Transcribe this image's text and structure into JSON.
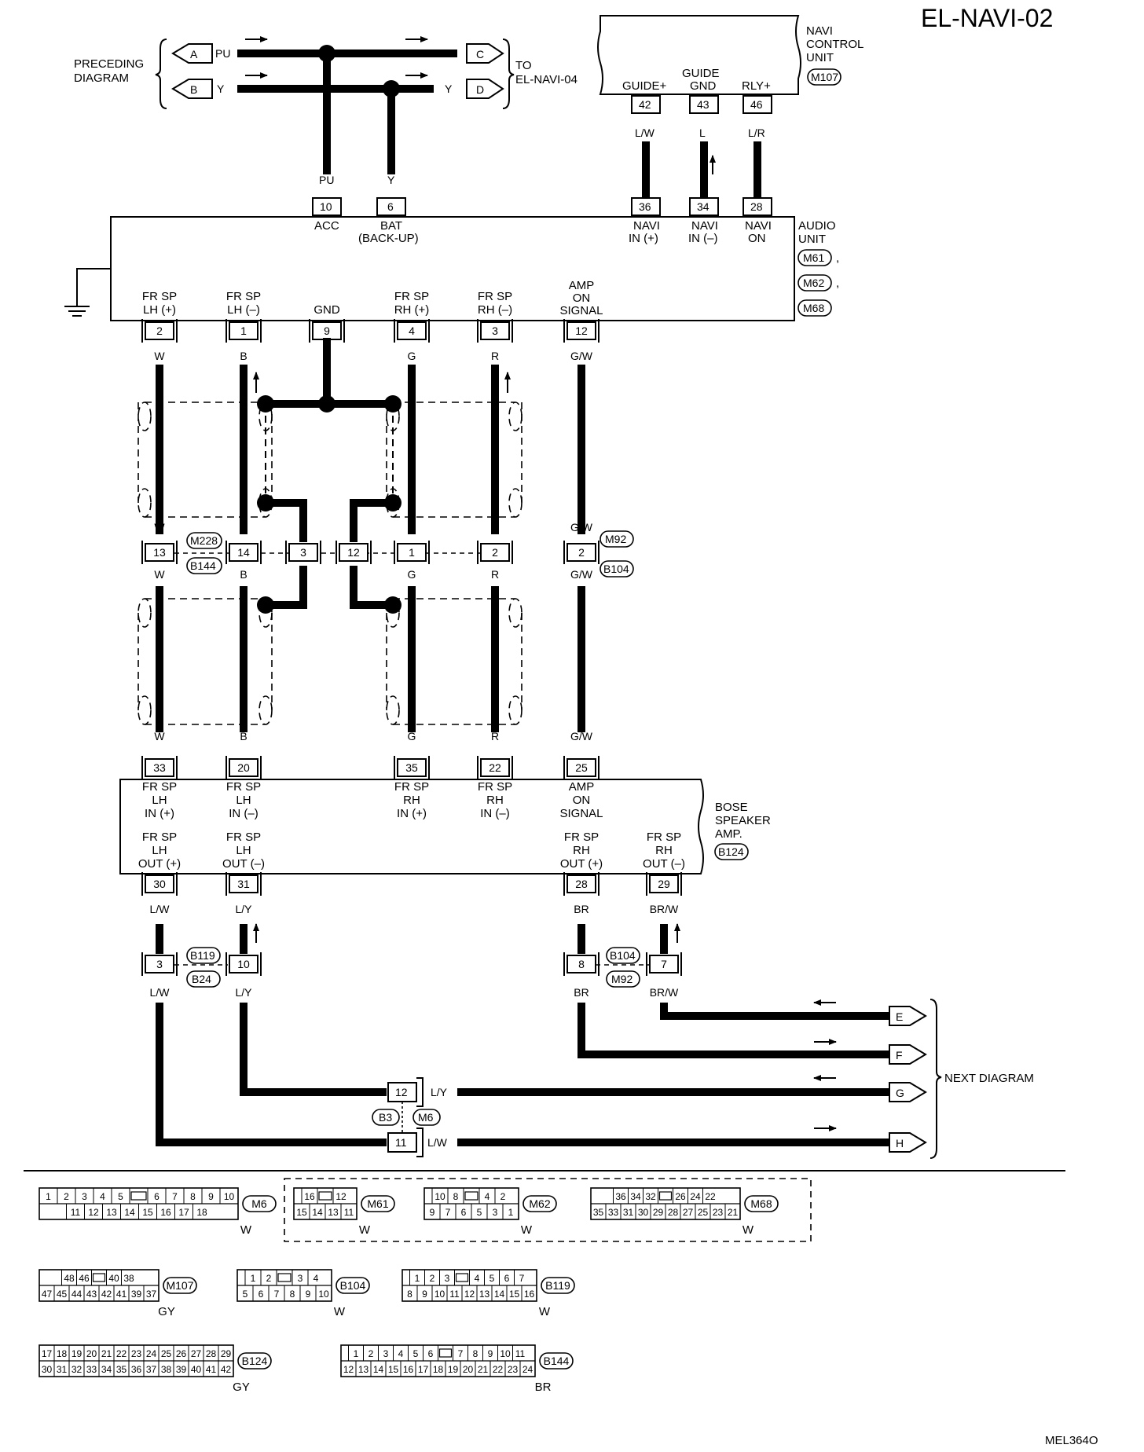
{
  "page_id": "EL-NAVI-02",
  "figure_code": "MEL364O",
  "preceding": {
    "label_1": "PRECEDING",
    "label_2": "DIAGRAM"
  },
  "to_target": {
    "label_1": "TO",
    "label_2": "EL-NAVI-04"
  },
  "next_diagram": "NEXT DIAGRAM",
  "connectors_ref": {
    "A": "A",
    "B": "B",
    "C": "C",
    "D": "D",
    "E": "E",
    "F": "F",
    "G": "G",
    "H": "H"
  },
  "top_wires": {
    "pu": "PU",
    "y": "Y"
  },
  "navi_control_unit": {
    "name_1": "NAVI",
    "name_2": "CONTROL",
    "name_3": "UNIT",
    "connector": "M107",
    "pins": [
      {
        "no": "42",
        "label_1": "GUIDE+",
        "label_2": "",
        "wire": "L/W"
      },
      {
        "no": "43",
        "label_1": "GUIDE",
        "label_2": "GND",
        "wire": "L"
      },
      {
        "no": "46",
        "label_1": "RLY+",
        "label_2": "",
        "wire": "L/R"
      }
    ]
  },
  "audio_unit": {
    "name_1": "AUDIO",
    "name_2": "UNIT",
    "connectors": [
      "M61",
      "M62",
      "M68"
    ],
    "top_pins": [
      {
        "no": "10",
        "label_1": "ACC",
        "label_2": "",
        "wire": "PU"
      },
      {
        "no": "6",
        "label_1": "BAT",
        "label_2": "(BACK-UP)",
        "wire": "Y"
      },
      {
        "no": "36",
        "label_1": "NAVI",
        "label_2": "IN (+)"
      },
      {
        "no": "34",
        "label_1": "NAVI",
        "label_2": "IN (–)"
      },
      {
        "no": "28",
        "label_1": "NAVI",
        "label_2": "ON"
      }
    ],
    "bottom_pins": [
      {
        "no": "2",
        "l1": "FR SP",
        "l2": "LH (+)",
        "l3": "",
        "wire": "W"
      },
      {
        "no": "1",
        "l1": "FR SP",
        "l2": "LH (–)",
        "l3": "",
        "wire": "B"
      },
      {
        "no": "9",
        "l1": "",
        "l2": "GND",
        "l3": "",
        "wire": ""
      },
      {
        "no": "4",
        "l1": "FR SP",
        "l2": "RH (+)",
        "l3": "",
        "wire": "G"
      },
      {
        "no": "3",
        "l1": "FR SP",
        "l2": "RH (–)",
        "l3": "",
        "wire": "R"
      },
      {
        "no": "12",
        "l1": "AMP",
        "l2": "ON",
        "l3": "SIGNAL",
        "wire": "G/W"
      }
    ]
  },
  "mid_joint": {
    "pins": [
      "13",
      "14",
      "3",
      "12",
      "1",
      "2",
      "2"
    ],
    "conn_left": [
      "M228",
      "B144"
    ],
    "conn_right": [
      "M92",
      "B104"
    ],
    "wires_below": [
      "W",
      "B",
      "G",
      "R",
      "G/W"
    ]
  },
  "bose_amp": {
    "name_1": "BOSE",
    "name_2": "SPEAKER",
    "name_3": "AMP.",
    "connector": "B124",
    "in_pins": [
      {
        "no": "33",
        "l1": "FR SP",
        "l2": "LH",
        "l3": "IN (+)",
        "wire": "W"
      },
      {
        "no": "20",
        "l1": "FR SP",
        "l2": "LH",
        "l3": "IN (–)",
        "wire": "B"
      },
      {
        "no": "35",
        "l1": "FR SP",
        "l2": "RH",
        "l3": "IN (+)",
        "wire": "G"
      },
      {
        "no": "22",
        "l1": "FR SP",
        "l2": "RH",
        "l3": "IN (–)",
        "wire": "R"
      },
      {
        "no": "25",
        "l1": "AMP",
        "l2": "ON",
        "l3": "SIGNAL",
        "wire": "G/W"
      }
    ],
    "out_pins": [
      {
        "no": "30",
        "l1": "FR SP",
        "l2": "LH",
        "l3": "OUT (+)",
        "wire": "L/W"
      },
      {
        "no": "31",
        "l1": "FR SP",
        "l2": "LH",
        "l3": "OUT (–)",
        "wire": "L/Y"
      },
      {
        "no": "28",
        "l1": "FR SP",
        "l2": "RH",
        "l3": "OUT (+)",
        "wire": "BR"
      },
      {
        "no": "29",
        "l1": "FR SP",
        "l2": "RH",
        "l3": "OUT (–)",
        "wire": "BR/W"
      }
    ]
  },
  "lower_joint": {
    "pins": [
      "3",
      "10",
      "8",
      "7"
    ],
    "conn_left": [
      "B119",
      "B24"
    ],
    "conn_right": [
      "B104",
      "M92"
    ],
    "wires_below": [
      "L/W",
      "L/Y",
      "BR",
      "BR/W"
    ]
  },
  "bottom_joint": {
    "pin_upper": "12",
    "pin_lower": "11",
    "conn_left": "B3",
    "conn_right": "M6"
  },
  "right_wires": [
    "BR/W",
    "BR",
    "L/Y",
    "L/W"
  ],
  "connector_views": [
    {
      "id": "M6",
      "color": "W",
      "row1": [
        "1",
        "2",
        "3",
        "4",
        "5",
        "",
        "6",
        "7",
        "8",
        "9",
        "10"
      ],
      "row2": [
        "11",
        "12",
        "13",
        "14",
        "15",
        "16",
        "17",
        "18"
      ]
    },
    {
      "id": "M61",
      "color": "W",
      "row1": [
        "16",
        "",
        "12"
      ],
      "row2": [
        "15",
        "14",
        "13",
        "11"
      ]
    },
    {
      "id": "M62",
      "color": "W",
      "row1": [
        "10",
        "8",
        "",
        "4",
        "2"
      ],
      "row2": [
        "9",
        "7",
        "6",
        "5",
        "3",
        "1"
      ]
    },
    {
      "id": "M68",
      "color": "W",
      "row1": [
        "36",
        "34",
        "32",
        "",
        "26",
        "24",
        "22"
      ],
      "row2": [
        "35",
        "33",
        "31",
        "30",
        "29",
        "28",
        "27",
        "25",
        "23",
        "21"
      ]
    },
    {
      "id": "M107",
      "color": "GY",
      "row1": [
        "48",
        "46",
        "",
        "40",
        "38"
      ],
      "row2": [
        "47",
        "45",
        "44",
        "43",
        "42",
        "41",
        "39",
        "37"
      ]
    },
    {
      "id": "B104",
      "color": "W",
      "row1": [
        "1",
        "2",
        "",
        "3",
        "4"
      ],
      "row2": [
        "5",
        "6",
        "7",
        "8",
        "9",
        "10"
      ]
    },
    {
      "id": "B119",
      "color": "W",
      "row1": [
        "1",
        "2",
        "3",
        "",
        "4",
        "5",
        "6",
        "7"
      ],
      "row2": [
        "8",
        "9",
        "10",
        "11",
        "12",
        "13",
        "14",
        "15",
        "16"
      ]
    },
    {
      "id": "B124",
      "color": "GY",
      "row1": [
        "17",
        "18",
        "19",
        "20",
        "21",
        "22",
        "23",
        "24",
        "25",
        "26",
        "27",
        "28",
        "29"
      ],
      "row2": [
        "30",
        "31",
        "32",
        "33",
        "34",
        "35",
        "36",
        "37",
        "38",
        "39",
        "40",
        "41",
        "42"
      ]
    },
    {
      "id": "B144",
      "color": "BR",
      "row1": [
        "1",
        "2",
        "3",
        "4",
        "5",
        "6",
        "",
        "7",
        "8",
        "9",
        "10",
        "11"
      ],
      "row2": [
        "12",
        "13",
        "14",
        "15",
        "16",
        "17",
        "18",
        "19",
        "20",
        "21",
        "22",
        "23",
        "24"
      ]
    }
  ]
}
